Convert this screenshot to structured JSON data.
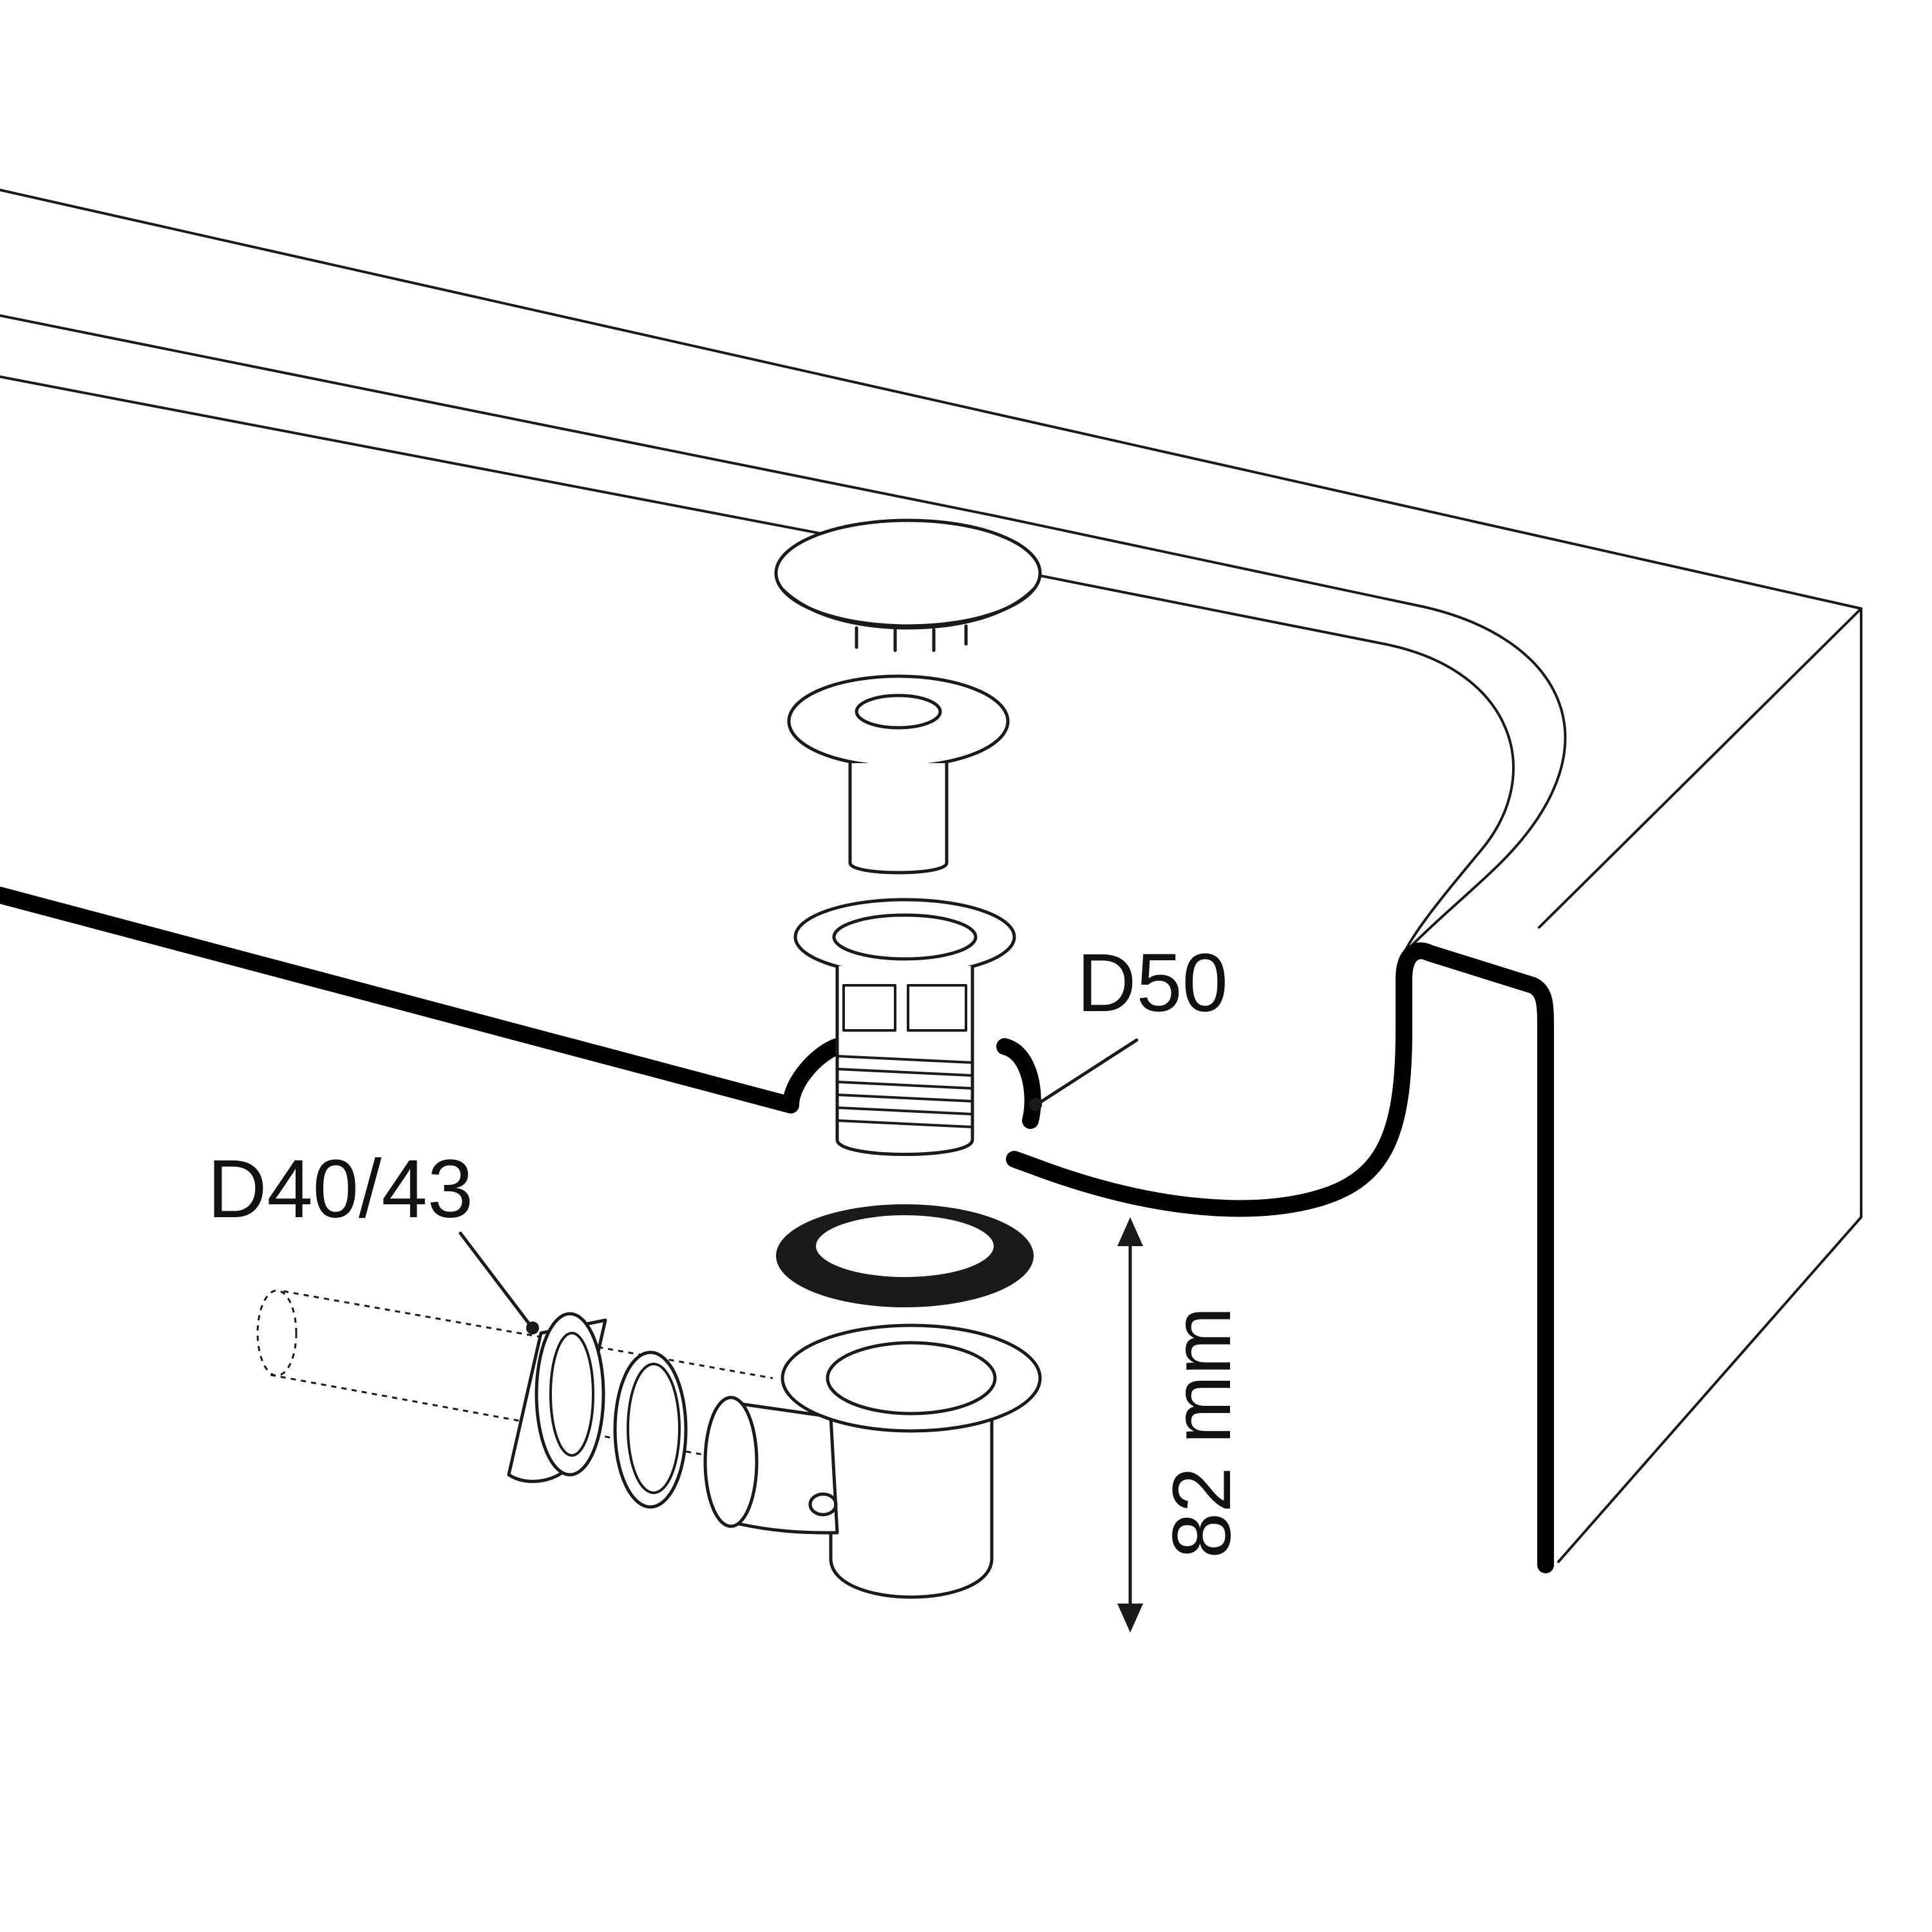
{
  "labels": {
    "drain_diameter": "D50",
    "outlet_diameter": "D40/43",
    "height": "82 mm"
  },
  "colors": {
    "line": "#1a1a1a",
    "background": "#ffffff"
  }
}
